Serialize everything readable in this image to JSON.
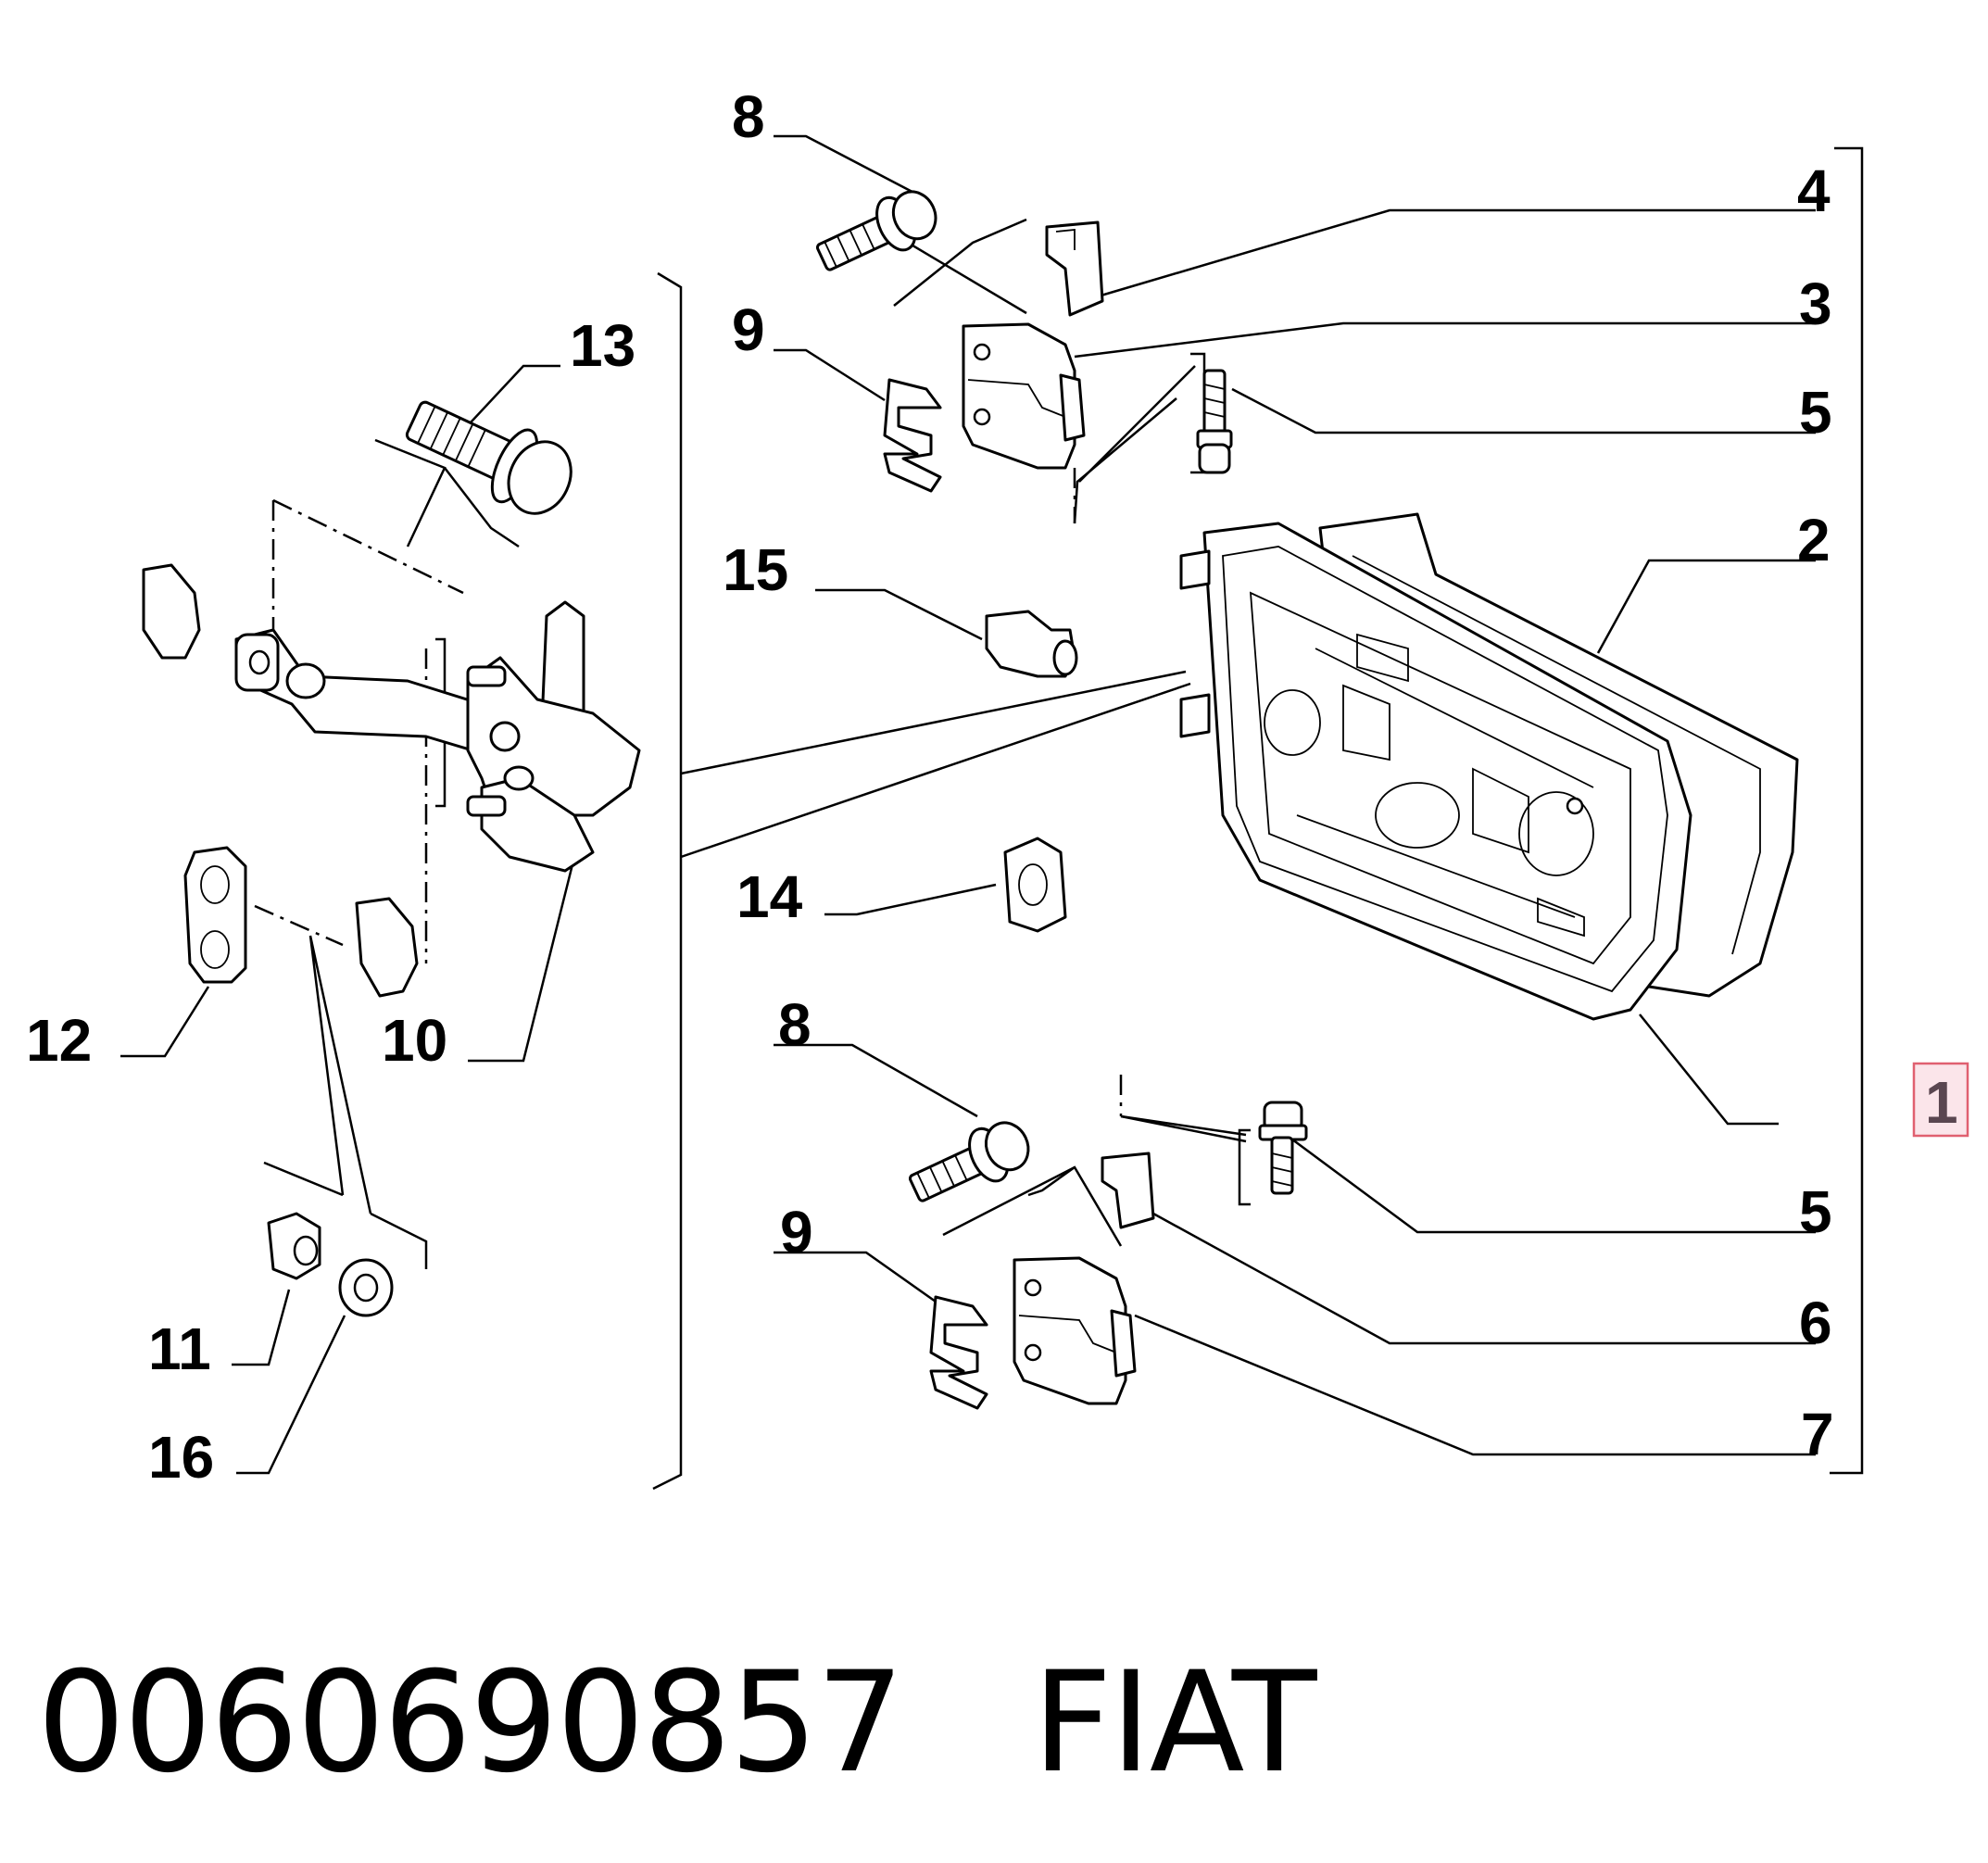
{
  "callouts": {
    "c1": "1",
    "c2": "2",
    "c3": "3",
    "c4": "4",
    "c5a": "5",
    "c5b": "5",
    "c6": "6",
    "c7": "7",
    "c8a": "8",
    "c8b": "8",
    "c9a": "9",
    "c9b": "9",
    "c10": "10",
    "c11": "11",
    "c12": "12",
    "c13": "13",
    "c14": "14",
    "c15": "15",
    "c16": "16"
  },
  "highlight": {
    "callout": "1",
    "color": "#e06070",
    "fill": "#fbe5ea"
  },
  "footer": {
    "part_number": "0060690857",
    "brand": "FIAT"
  }
}
